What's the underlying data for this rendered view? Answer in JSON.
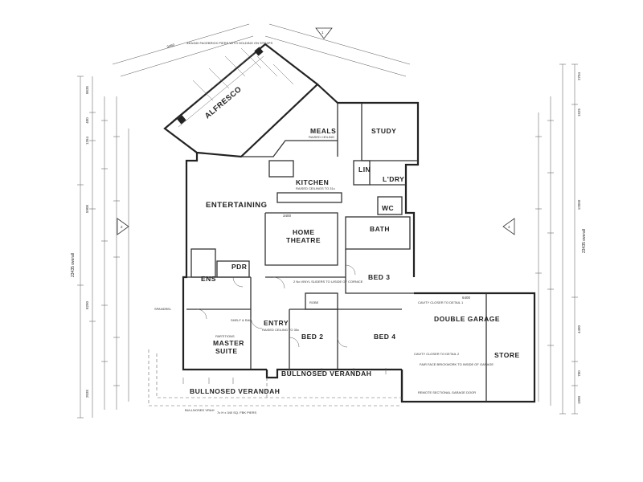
{
  "rooms": {
    "alfresco": "ALFRESCO",
    "meals": "MEALS",
    "study": "STUDY",
    "kitchen": "KITCHEN",
    "laundry": "L'DRY",
    "wc": "WC",
    "entertaining": "ENTERTAINING",
    "home_theatre_1": "HOME",
    "home_theatre_2": "THEATRE",
    "bath": "BATH",
    "ens": "ENS",
    "bed3": "BED 3",
    "entry": "ENTRY",
    "bed2": "BED 2",
    "bed4": "BED 4",
    "master_1": "MASTER",
    "master_2": "SUITE",
    "double_garage": "DOUBLE GARAGE",
    "store": "STORE",
    "verandah_left": "BULLNOSED VERANDAH",
    "verandah_right": "BULLNOSED VERANDAH",
    "pdr": "PDR",
    "lin": "LIN"
  },
  "notes": {
    "meals_ceiling": "RAISED CEILING",
    "kitchen_ceiling": "RAISED CEILINGS TO 31c",
    "garage_note": "FAIR FACE BRICKWORK TO INSIDE OF GARAGE",
    "garage_door": "REMOTE SECTIONAL GARAGE DOOR",
    "entry_ceiling": "RAISED CEILING TO 30c",
    "master_robe": "PARTITIONS",
    "pier_note": "7c H x 340 SQ. FBK PIERS",
    "verandah_note": "BULLNOSED VRAH",
    "cavity_closer": "CAVITY CLOSER TO DETAIL 2",
    "cavity_closer_2": "CAVITY CLOSER TO DETAIL 1",
    "sliders": "2 No VINYL SLIDERS TO U/SIDE OF CORNICE",
    "shelf": "SHELF & RAIL",
    "robe": "ROBE",
    "spandrel": "SPANDREL",
    "facebrick": "340x340 FACEBRICK PIERS WITH HOLDING ON STRAPS"
  },
  "dimensions": {
    "left_overall": "23435 overall",
    "right_overall": "23435 overall",
    "top_left": "3460",
    "right_a": "2704",
    "right_b": "1525",
    "right_c": "12050",
    "right_d": "4490",
    "right_e": "700",
    "right_f": "1990",
    "left_a": "8635",
    "left_b": "400",
    "left_c": "1264",
    "left_d": "5900",
    "left_e": "8290",
    "left_f": "2035",
    "bottom_dim": "3400",
    "garage_width": "6400"
  },
  "markers": {
    "section_left": "2",
    "section_right": "4",
    "section_top": "1"
  }
}
